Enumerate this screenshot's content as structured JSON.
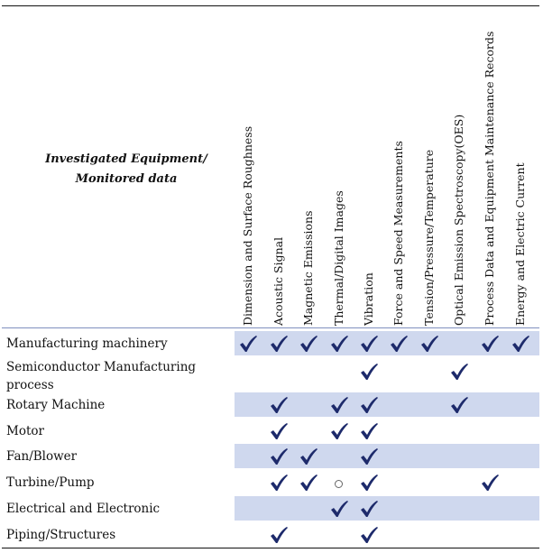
{
  "header_title": [
    "Investigated Equipment/",
    "Monitored data"
  ],
  "columns": [
    "Dimension and Surface Roughness",
    "Acoustic Signal",
    "Magnetic Emissions",
    "Thermal/Digital Images",
    "Vibration",
    "Force and Speed Measurements",
    "Tension/Pressure/Temperature",
    "Optical Emission Spectroscopy(OES)",
    "Process Data and Equipment Maintenance Records",
    "Energy and Electric Current"
  ],
  "rows": [
    {
      "label": [
        "Manufacturing machinery"
      ],
      "shaded": true,
      "marks": [
        1,
        1,
        1,
        1,
        1,
        1,
        1,
        0,
        1,
        1
      ]
    },
    {
      "label": [
        "Semiconductor Manufacturing",
        "process"
      ],
      "shaded": false,
      "marks": [
        0,
        0,
        0,
        0,
        1,
        0,
        0,
        1,
        0,
        0
      ]
    },
    {
      "label": [
        "Rotary Machine"
      ],
      "shaded": true,
      "marks": [
        0,
        1,
        0,
        1,
        1,
        0,
        0,
        1,
        0,
        0
      ]
    },
    {
      "label": [
        "Motor"
      ],
      "shaded": false,
      "marks": [
        0,
        1,
        0,
        1,
        1,
        0,
        0,
        0,
        0,
        0
      ]
    },
    {
      "label": [
        "Fan/Blower"
      ],
      "shaded": true,
      "marks": [
        0,
        1,
        1,
        0,
        1,
        0,
        0,
        0,
        0,
        0
      ]
    },
    {
      "label": [
        "Turbine/Pump"
      ],
      "shaded": false,
      "marks": [
        0,
        1,
        1,
        2,
        1,
        0,
        0,
        0,
        1,
        0
      ]
    },
    {
      "label": [
        "Electrical and Electronic"
      ],
      "shaded": true,
      "marks": [
        0,
        0,
        0,
        1,
        1,
        0,
        0,
        0,
        0,
        0
      ]
    },
    {
      "label": [
        "Piping/Structures"
      ],
      "shaded": false,
      "marks": [
        0,
        1,
        0,
        0,
        1,
        0,
        0,
        0,
        0,
        0
      ]
    }
  ],
  "legend": {
    "check": "check-icon",
    "circle": "circle-icon"
  },
  "colors": {
    "check": "#1d2a6b",
    "band": "#cfd8ee"
  }
}
